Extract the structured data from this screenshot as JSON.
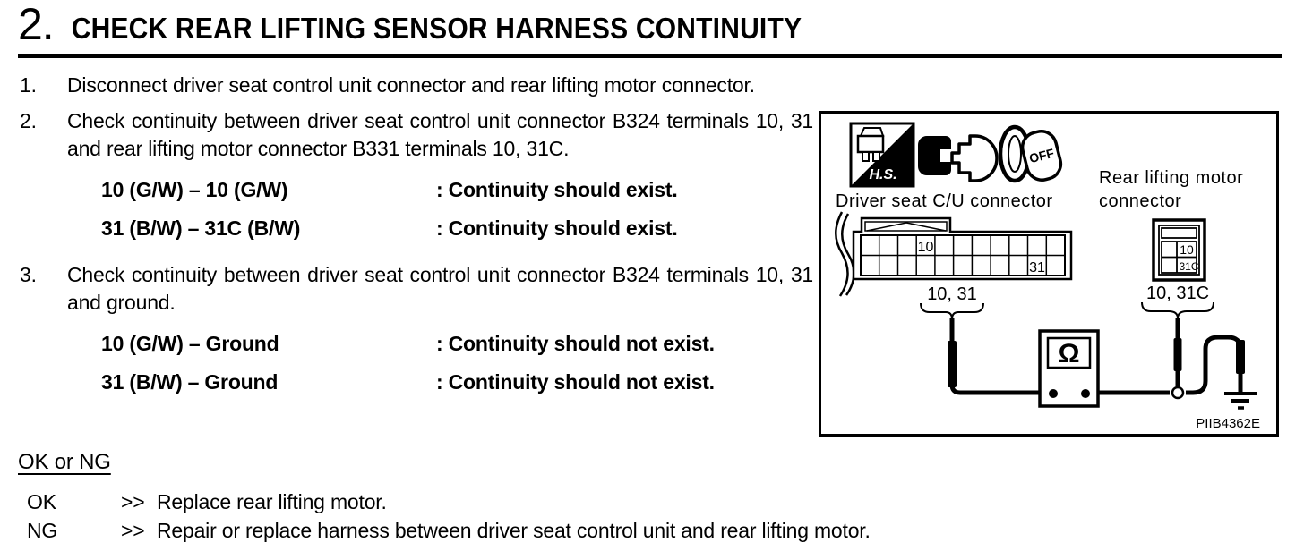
{
  "header": {
    "step_number": "2.",
    "title": "CHECK REAR LIFTING SENSOR HARNESS CONTINUITY"
  },
  "steps": [
    {
      "number": "1.",
      "text": "Disconnect driver seat control unit connector and rear lifting motor connector."
    },
    {
      "number": "2.",
      "text": "Check continuity between driver seat control unit connector B324 terminals 10, 31 and rear lifting motor connector B331 terminals 10, 31C.",
      "specs": [
        {
          "terminals": "10 (G/W) – 10 (G/W)",
          "result": ": Continuity should exist."
        },
        {
          "terminals": "31 (B/W) – 31C (B/W)",
          "result": ": Continuity should exist."
        }
      ]
    },
    {
      "number": "3.",
      "text": "Check continuity between driver seat control unit connector B324 terminals 10, 31 and ground.",
      "specs": [
        {
          "terminals": "10 (G/W) – Ground",
          "result": ": Continuity should not exist."
        },
        {
          "terminals": "31 (B/W) – Ground",
          "result": ": Continuity should not exist."
        }
      ]
    }
  ],
  "result": {
    "heading": "OK or NG",
    "outcomes": [
      {
        "label": "OK",
        "arrow": ">>",
        "action": "Replace rear lifting motor."
      },
      {
        "label": "NG",
        "arrow": ">>",
        "action": "Repair or replace harness between driver seat control unit and rear lifting motor."
      }
    ]
  },
  "diagram": {
    "hs_label": "H.S.",
    "key_off_label": "OFF",
    "cu_connector_label": "Driver seat C/U connector",
    "motor_connector_label_line1": "Rear lifting motor",
    "motor_connector_label_line2": "connector",
    "cu_terminal_10": "10",
    "cu_terminal_31": "31",
    "motor_terminal_10": "10",
    "motor_terminal_31c": "31C",
    "cu_brace_label": "10, 31",
    "motor_brace_label": "10, 31C",
    "ohm_symbol": "Ω",
    "figure_code": "PIIB4362E"
  }
}
